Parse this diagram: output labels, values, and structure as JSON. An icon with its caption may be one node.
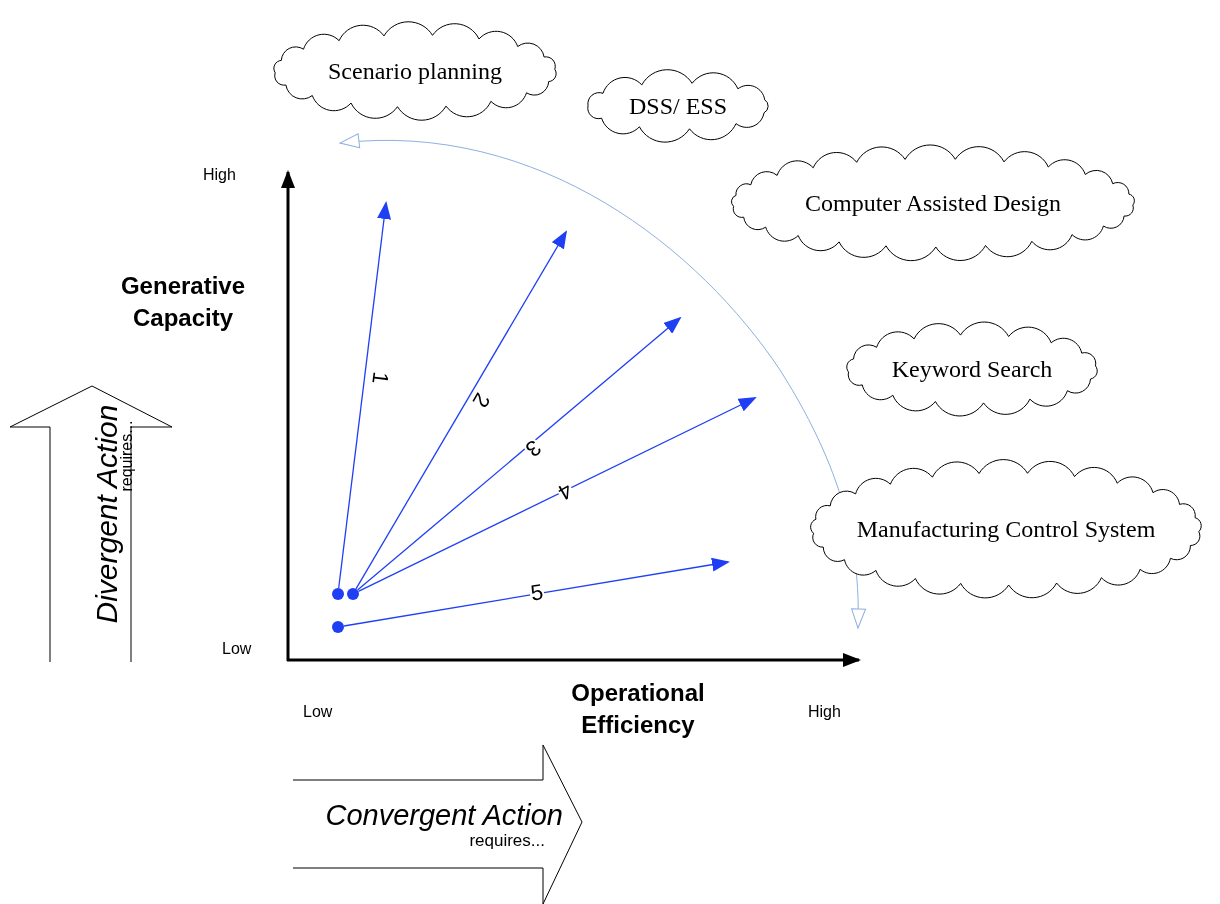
{
  "diagram": {
    "nodes": [
      {
        "text": [
          "Scenario planning"
        ]
      },
      {
        "text": [
          "DSS/ ESS"
        ]
      },
      {
        "text": [
          "Computer Assisted Design"
        ]
      },
      {
        "text": [
          "Keyword Search"
        ]
      },
      {
        "text": [
          "Manufacturing Control System"
        ]
      },
      {
        "text": [
          "Divergent Action",
          "requires..."
        ]
      },
      {
        "text": [
          "Convergent Action",
          "requires..."
        ]
      },
      {
        "text": [],
        "shape": "circle"
      },
      {
        "text": [],
        "shape": "circle"
      },
      {
        "text": [],
        "shape": "circle"
      }
    ],
    "edges": [
      {
        "from": 7,
        "to": null,
        "arrow": "to",
        "label": "1"
      },
      {
        "from": 8,
        "to": null,
        "arrow": "to",
        "label": "2"
      },
      {
        "from": 8,
        "to": null,
        "arrow": "to",
        "label": "3"
      },
      {
        "from": 8,
        "to": null,
        "arrow": "to",
        "label": "4"
      },
      {
        "from": 9,
        "to": null,
        "arrow": "to",
        "label": "5"
      }
    ],
    "labels": [
      "High",
      "Generative Capacity",
      "Low",
      "Operational Efficiency",
      "Low",
      "High"
    ]
  }
}
